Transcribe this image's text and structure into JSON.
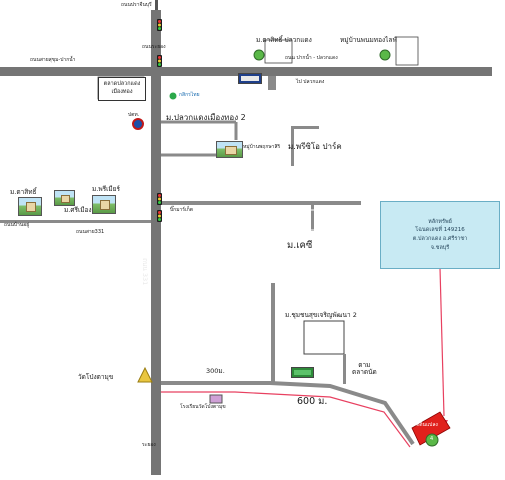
{
  "labels": {
    "top_road": "ถนนปราจีนบุรี",
    "road_west": "ถนนสายสุขุม-ปากน้ำ",
    "talat_box": "ตลาดปลวกแดง\nเมืองทอง",
    "rayong_road": "ถนนระยอง",
    "kasikorn": "กสิกรไทย",
    "ptt": "ปตท.",
    "pluak_daeng_sm": "ม.ตาสิทธิ์ ปลวกแดง",
    "pan_thong_top": "หมู่บ้านพนมทองไลฟ์",
    "road_right_top": "ถนน ปากน้ำ - ปลวกแดง",
    "to_pluak_daeng": "ไป ปลวกแดง",
    "village_1": "ม.ปลวกแดงเมืองทอง 2",
    "school_1": "หมู่บ้านพฤกษาสิริ",
    "village_2": "ม.พรีซิโอ ปาร์ค",
    "village_left_a": "ม.ตาสิทธิ์",
    "village_left_b": "ม.ศรีเมือง",
    "village_left_c": "ม.พรีเมียร์",
    "road_west_2": "ถนนบ้านอยู่",
    "road_331": "ถนนสาย331",
    "highway_vertical": "ถนน 331",
    "road_mid": "บิ๊กมาร์เก็ต",
    "village_3": "ม.เคซี",
    "village_4": "ม.ชุมชนสุขเจริญพัฒนา 2",
    "market": "ตาม\nตลาดนัด",
    "temple": "วัดโป่งตามุข",
    "school_2": "โรงเรียนวัดโป่งตามุข",
    "dist_300": "300ม.",
    "dist_600": "600 ม.",
    "south_road": "ระยอง",
    "property_label": "ที่ดินแปลง",
    "property_number": "4"
  },
  "info_box": {
    "title": "หลักทรัพย์",
    "line1": "โฉนดเลขที่ 149216",
    "line2": "ต.ปลวกแดง อ.ศรีราชา",
    "line3": "จ.ชลบุรี"
  },
  "colors": {
    "road": "#757575",
    "route_line": "#e84060",
    "pointer": "#e84060",
    "property": "#e0201c",
    "info_fill": "#c8eaf3"
  }
}
